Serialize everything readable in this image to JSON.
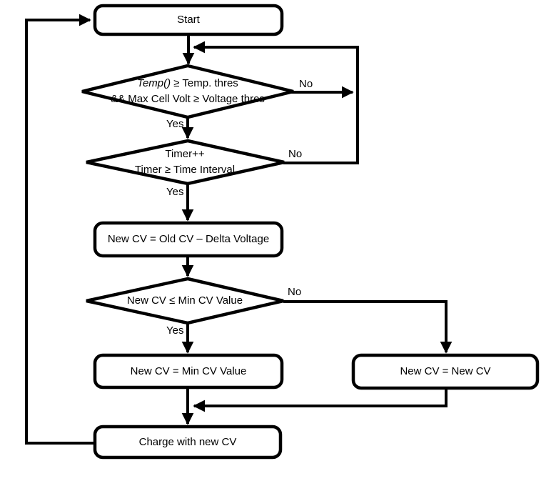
{
  "flowchart": {
    "colors": {
      "stroke": "#000000",
      "background": "#ffffff"
    },
    "nodes": {
      "start": {
        "label": "Start"
      },
      "decision_temp": {
        "line1_italic": "Temp()",
        "line1_rest": " ≥ Temp. thres",
        "line2": "&& Max Cell Volt ≥ Voltage thres"
      },
      "decision_timer": {
        "line1": "Timer++",
        "line2": "Timer ≥ Time Interval"
      },
      "process_delta": {
        "label": "New CV = Old CV – Delta Voltage"
      },
      "decision_min": {
        "label": "New CV ≤ Min CV Value"
      },
      "process_min": {
        "label": "New CV = Min CV Value"
      },
      "process_keep": {
        "label": "New CV = New CV"
      },
      "process_charge": {
        "label": "Charge with new CV"
      }
    },
    "edge_labels": {
      "temp_no": "No",
      "temp_yes": "Yes",
      "timer_no": "No",
      "timer_yes": "Yes",
      "min_no": "No",
      "min_yes": "Yes"
    }
  }
}
